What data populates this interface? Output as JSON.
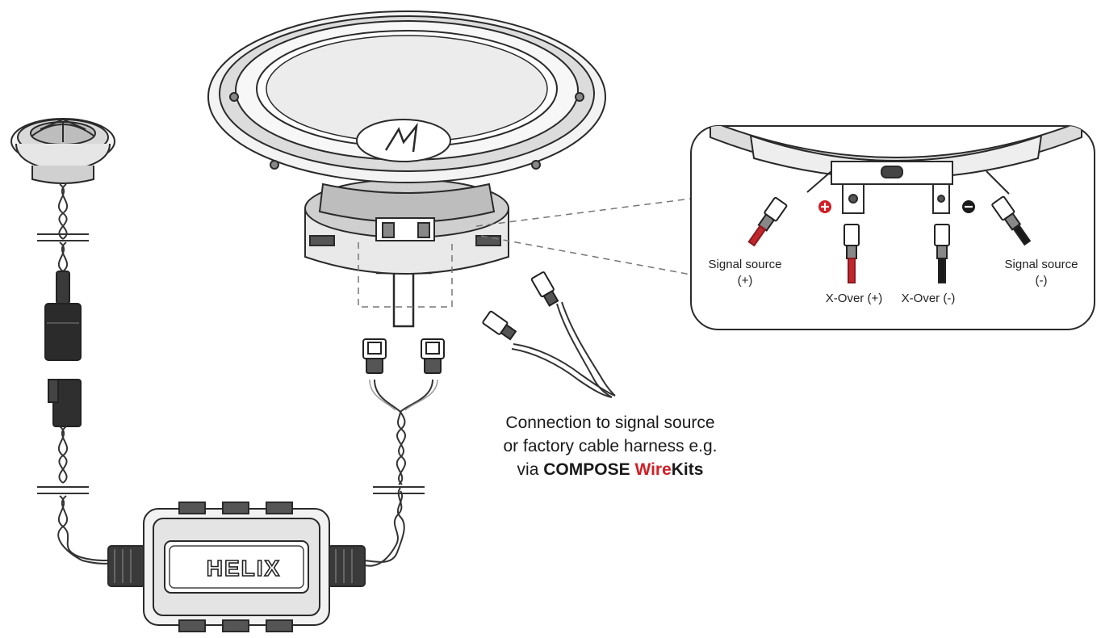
{
  "brand_logo_text": "HELIX",
  "inset_labels": {
    "signal_plus_line1": "Signal source",
    "signal_plus_line2": "(+)",
    "xover_plus": "X-Over (+)",
    "xover_minus": "X-Over (-)",
    "signal_minus_line1": "Signal source",
    "signal_minus_line2": "(-)"
  },
  "caption": {
    "line1": "Connection to signal source",
    "line2": "or factory cable harness e.g.",
    "line3_prefix": "via ",
    "line3_brand": "COMPOSE",
    "line3_wire": "Wire",
    "line3_kits": "Kits"
  },
  "colors": {
    "line": "#2a2a2a",
    "red_wire": "#c0272d",
    "black_wire": "#1a1a1a",
    "brand_red": "#d11f26",
    "polarity_plus": "#d11f26",
    "polarity_minus": "#1a1a1a"
  },
  "icons": {
    "polarity_plus": "plus-circle-icon",
    "polarity_minus": "minus-circle-icon",
    "arrow": "up-arrow-icon"
  }
}
